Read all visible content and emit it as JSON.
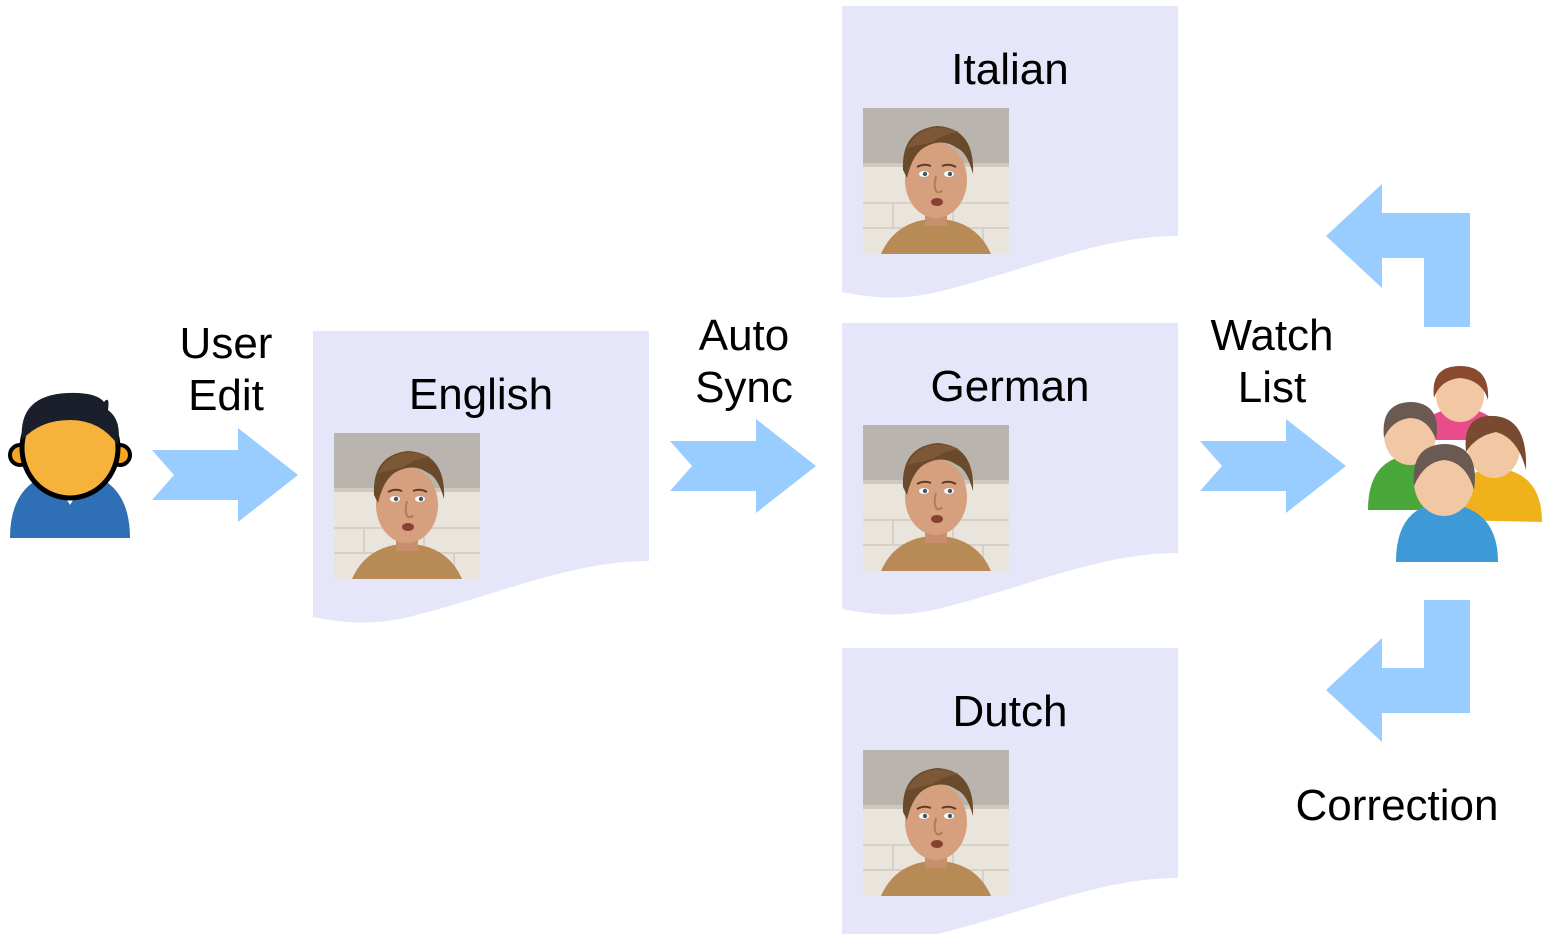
{
  "colors": {
    "document_fill": "#e6e6fa",
    "arrow_fill": "#99ccff",
    "text": "#000000",
    "portrait_skin": "#d6a07e",
    "portrait_hair": "#6b4a2b",
    "portrait_shirt": "#b88a55",
    "portrait_wall": "#e9e4dc"
  },
  "actors": {
    "user": {
      "icon": "single-user-icon"
    },
    "watchers": {
      "icon": "user-group-icon"
    }
  },
  "flow": {
    "user_edit": {
      "line1": "User",
      "line2": "Edit"
    },
    "auto_sync": {
      "line1": "Auto",
      "line2": "Sync"
    },
    "watch_list": {
      "line1": "Watch",
      "line2": "List"
    },
    "correction": "Correction"
  },
  "documents": {
    "english": {
      "title": "English",
      "image": "portrait-photo"
    },
    "italian": {
      "title": "Italian",
      "image": "portrait-photo"
    },
    "german": {
      "title": "German",
      "image": "portrait-photo"
    },
    "dutch": {
      "title": "Dutch",
      "image": "portrait-photo"
    }
  }
}
